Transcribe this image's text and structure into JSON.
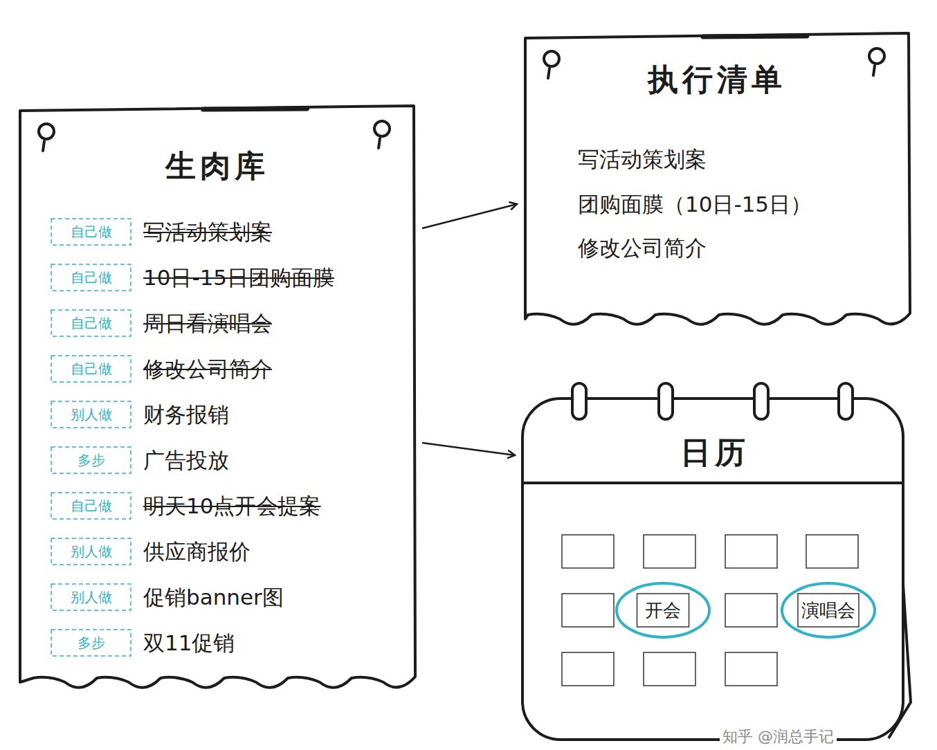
{
  "diagram": {
    "nodes": [
      {
        "text": [
          "生肉库",
          "写活动策划案",
          "10日-15日团购面膜",
          "周日看演唱会",
          "修改公司简介",
          "财务报销",
          "广告投放",
          "明天10点开会提案",
          "供应商报价",
          "促销banner图",
          "双11促销"
        ]
      },
      {
        "text": [
          "自己做"
        ],
        "in": 0
      },
      {
        "text": [
          "自己做"
        ],
        "in": 0
      },
      {
        "text": [
          "自己做"
        ],
        "in": 0
      },
      {
        "text": [
          "自己做"
        ],
        "in": 0
      },
      {
        "text": [
          "别人做"
        ],
        "in": 0
      },
      {
        "text": [
          "多步"
        ],
        "in": 0
      },
      {
        "text": [
          "自己做"
        ],
        "in": 0
      },
      {
        "text": [
          "别人做"
        ],
        "in": 0
      },
      {
        "text": [
          "别人做"
        ],
        "in": 0
      },
      {
        "text": [
          "多步"
        ],
        "in": 0
      },
      {
        "text": [
          "执行清单",
          "写活动策划案",
          "团购面膜（10日-15日）",
          "修改公司简介"
        ]
      },
      {
        "text": [
          "日历"
        ]
      },
      {
        "text": [
          "开会"
        ],
        "in": 12
      },
      {
        "text": [
          "演唱会"
        ],
        "in": 12
      }
    ],
    "edges": [
      {
        "from": 0,
        "to": 11,
        "arrow": "to"
      },
      {
        "from": 0,
        "to": 12,
        "arrow": "to"
      }
    ],
    "labels": [
      "知乎 @润总手记"
    ]
  }
}
